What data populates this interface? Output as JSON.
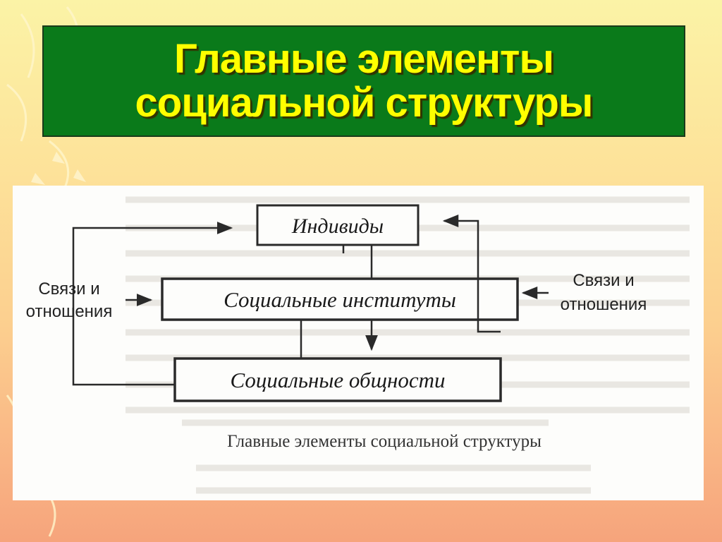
{
  "slide": {
    "title_line1": "Главные элементы",
    "title_line2": "социальной структуры"
  },
  "diagram": {
    "nodes": {
      "individuals": "Индивиды",
      "institutions": "Социальные институты",
      "communities": "Социальные общности"
    },
    "side_labels": {
      "left_line1": "Связи и",
      "left_line2": "отношения",
      "right_line1": "Связи и",
      "right_line2": "отношения"
    },
    "caption": "Главные элементы социальной структуры"
  },
  "colors": {
    "title_background": "#0a7a1a",
    "title_text": "#ffff00"
  }
}
